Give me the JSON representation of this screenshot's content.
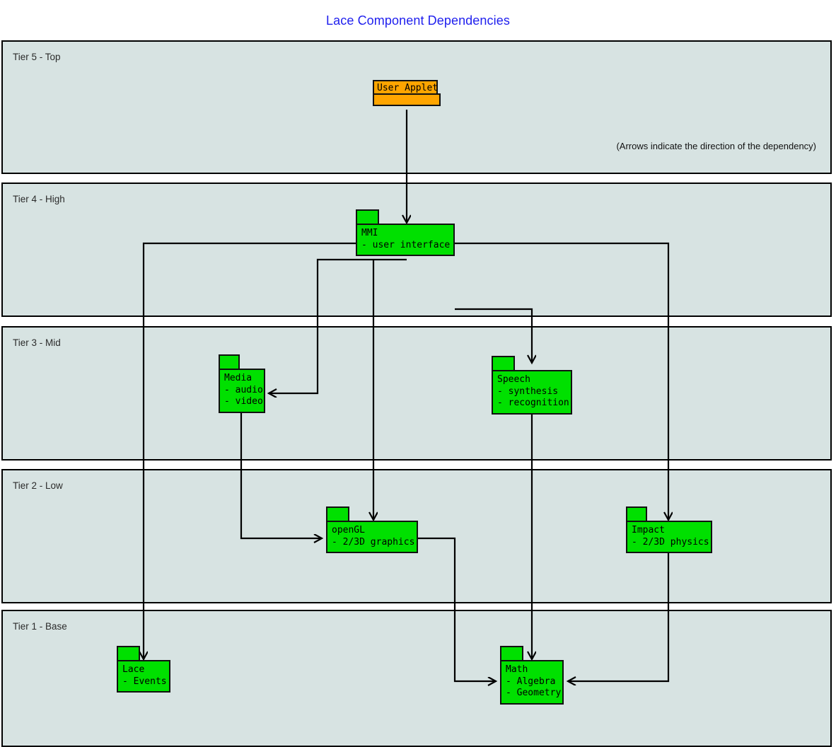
{
  "title": "Lace Component Dependencies",
  "note": "(Arrows indicate the direction of the dependency)",
  "tiers": [
    {
      "id": "tier5",
      "label": "Tier 5 - Top"
    },
    {
      "id": "tier4",
      "label": "Tier 4 - High"
    },
    {
      "id": "tier3",
      "label": "Tier 3 - Mid"
    },
    {
      "id": "tier2",
      "label": "Tier 2 - Low"
    },
    {
      "id": "tier1",
      "label": "Tier 1 - Base"
    }
  ],
  "packages": {
    "applet": {
      "name": "User Applet",
      "items": "",
      "color": "#ffa500",
      "tier": "Tier 5 - Top"
    },
    "mmi": {
      "name": "MMI",
      "items": "- user interface",
      "color": "#00e000",
      "tier": "Tier 4 - High"
    },
    "media": {
      "name": "Media",
      "items": "- audio\n- video",
      "color": "#00e000",
      "tier": "Tier 3 - Mid"
    },
    "speech": {
      "name": "Speech",
      "items": "- synthesis\n- recognition",
      "color": "#00e000",
      "tier": "Tier 3 - Mid"
    },
    "opengl": {
      "name": "openGL",
      "items": "- 2/3D graphics",
      "color": "#00e000",
      "tier": "Tier 2 - Low"
    },
    "impact": {
      "name": "Impact",
      "items": "- 2/3D physics",
      "color": "#00e000",
      "tier": "Tier 2 - Low"
    },
    "lace": {
      "name": "Lace",
      "items": "- Events",
      "color": "#00e000",
      "tier": "Tier 1 - Base"
    },
    "math": {
      "name": "Math",
      "items": "- Algebra\n- Geometry",
      "color": "#00e000",
      "tier": "Tier 1 - Base"
    }
  },
  "package_text": {
    "applet": "User Applet",
    "mmi": "MMI\n- user interface",
    "media": "Media\n- audio\n- video",
    "speech": "Speech\n- synthesis\n- recognition",
    "opengl": "openGL\n- 2/3D graphics",
    "impact": "Impact\n- 2/3D physics",
    "lace": "Lace\n- Events",
    "math": "Math\n- Algebra\n- Geometry"
  },
  "dependencies": [
    {
      "from": "User Applet",
      "to": "MMI"
    },
    {
      "from": "MMI",
      "to": "Media"
    },
    {
      "from": "MMI",
      "to": "Speech"
    },
    {
      "from": "MMI",
      "to": "openGL"
    },
    {
      "from": "MMI",
      "to": "Impact"
    },
    {
      "from": "MMI",
      "to": "Lace"
    },
    {
      "from": "Media",
      "to": "openGL"
    },
    {
      "from": "Speech",
      "to": "Math"
    },
    {
      "from": "openGL",
      "to": "Math"
    },
    {
      "from": "Impact",
      "to": "Math"
    }
  ],
  "colors": {
    "title": "#2020ee",
    "tier_band": "#d7e3e2",
    "package_green": "#00e000",
    "package_orange": "#ffa500",
    "stroke": "#000000"
  }
}
